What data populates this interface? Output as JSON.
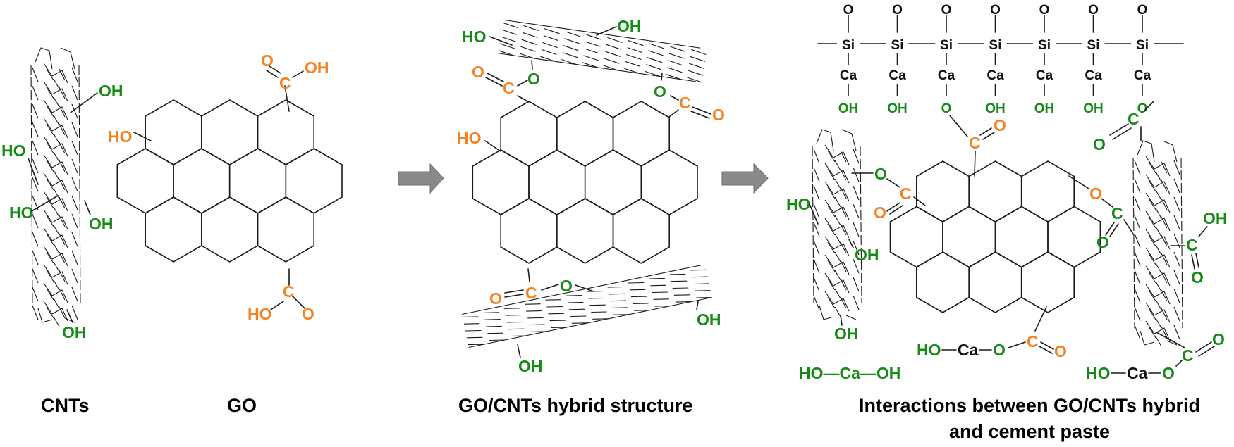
{
  "colors": {
    "functional_green": "#158a15",
    "functional_orange": "#f58220",
    "bond": "#1a1a1a",
    "arrow": "#8a8a8a"
  },
  "captions": {
    "cnts": "CNTs",
    "go": "GO",
    "hybrid": "GO/CNTs hybrid structure",
    "interactions_line1": "Interactions between GO/CNTs hybrid",
    "interactions_line2": "and cement paste"
  },
  "panel_cnt": {
    "groups": [
      "OH",
      "HO",
      "HO",
      "OH",
      "OH"
    ]
  },
  "panel_go": {
    "hydroxyl": "HO",
    "carboxyl_top": {
      "c": "C",
      "o": "O",
      "oh": "OH"
    },
    "carboxyl_bottom": {
      "c": "C",
      "o": "O",
      "oh": "HO"
    }
  },
  "panel_hybrid": {
    "top_cnt_groups": [
      "HO",
      "OH"
    ],
    "hydroxyl": "HO",
    "ester_top_left": {
      "c": "C",
      "o_double": "O",
      "o_link": "O"
    },
    "ester_top_right": {
      "c": "C",
      "o_double": "O",
      "o_link": "O"
    },
    "ester_bottom": {
      "c": "C",
      "o_double": "O",
      "o_link": "O"
    },
    "bottom_cnt_groups": [
      "OH",
      "OH"
    ]
  },
  "panel_interactions": {
    "csh_chain": {
      "units": [
        {
          "top": "O",
          "si": "Si",
          "ca": "Ca",
          "bottom": "OH"
        },
        {
          "top": "O",
          "si": "Si",
          "ca": "Ca",
          "bottom": "OH"
        },
        {
          "top": "O",
          "si": "Si",
          "ca": "Ca",
          "bottom": "O"
        },
        {
          "top": "O",
          "si": "Si",
          "ca": "Ca",
          "bottom": "OH"
        },
        {
          "top": "O",
          "si": "Si",
          "ca": "Ca",
          "bottom": "OH"
        },
        {
          "top": "O",
          "si": "Si",
          "ca": "Ca",
          "bottom": "OH"
        },
        {
          "top": "O",
          "si": "Si",
          "ca": "Ca",
          "bottom": "O"
        }
      ]
    },
    "left_cnt_groups": [
      "HO",
      "OH",
      "OH"
    ],
    "right_cnt_groups": [
      "OH",
      "C",
      "O"
    ],
    "free_species": "HO—Ca—OH",
    "calcium_bridge_center": {
      "ho": "HO",
      "ca": "Ca",
      "o": "O",
      "c": "C",
      "o_double": "O"
    },
    "calcium_bridge_right": {
      "ho": "HO",
      "ca": "Ca",
      "o": "O",
      "c": "C",
      "o_double": "O"
    },
    "labels": {
      "O": "O",
      "C": "C",
      "OH": "OH",
      "HO": "HO"
    }
  }
}
